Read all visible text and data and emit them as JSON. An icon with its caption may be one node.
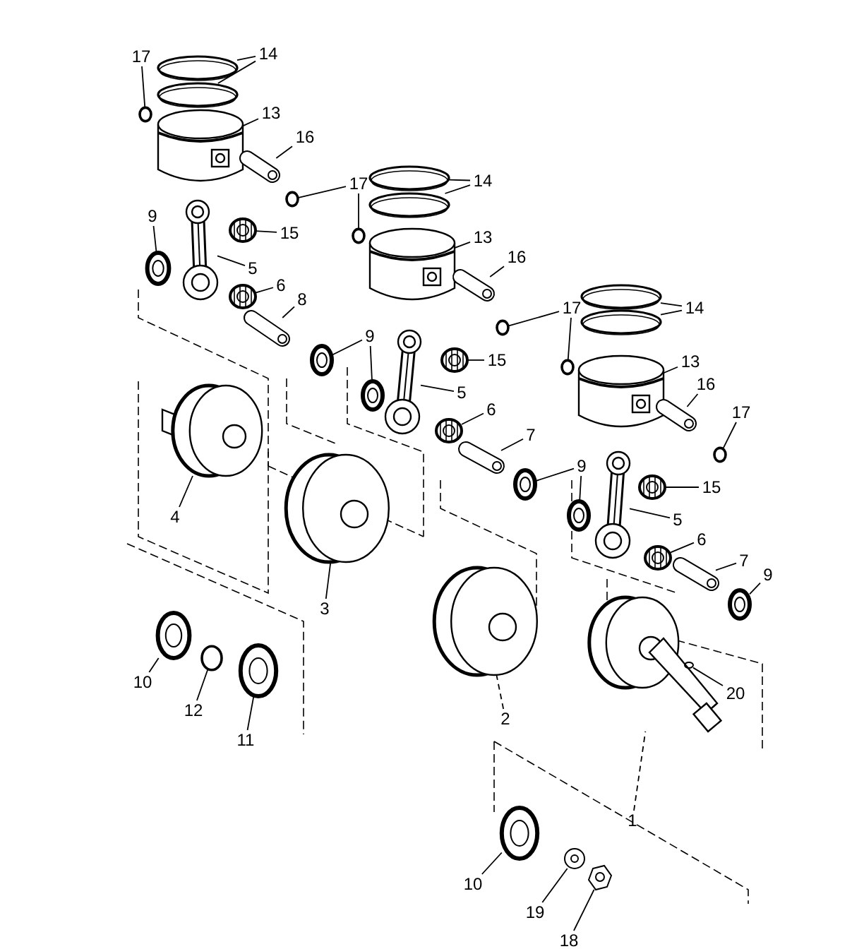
{
  "diagram": {
    "nodes": [
      {
        "text": [
          "17"
        ]
      },
      {
        "text": [
          "14"
        ]
      },
      {
        "text": [
          "13"
        ]
      },
      {
        "text": [
          "16"
        ]
      },
      {
        "text": [
          "15"
        ]
      },
      {
        "text": [
          "5"
        ]
      },
      {
        "text": [
          "9"
        ]
      },
      {
        "text": [
          "6"
        ]
      },
      {
        "text": [
          "8"
        ]
      },
      {
        "text": [
          "17"
        ]
      },
      {
        "text": [
          "14"
        ]
      },
      {
        "text": [
          "13"
        ]
      },
      {
        "text": [
          "16"
        ]
      },
      {
        "text": [
          "15"
        ]
      },
      {
        "text": [
          "5"
        ]
      },
      {
        "text": [
          "9"
        ]
      },
      {
        "text": [
          "6"
        ]
      },
      {
        "text": [
          "7"
        ]
      },
      {
        "text": [
          "17"
        ]
      },
      {
        "text": [
          "14"
        ]
      },
      {
        "text": [
          "13"
        ]
      },
      {
        "text": [
          "16"
        ]
      },
      {
        "text": [
          "17"
        ]
      },
      {
        "text": [
          "15"
        ]
      },
      {
        "text": [
          "9"
        ]
      },
      {
        "text": [
          "5"
        ]
      },
      {
        "text": [
          "6"
        ]
      },
      {
        "text": [
          "7"
        ]
      },
      {
        "text": [
          "9"
        ]
      },
      {
        "text": [
          "4"
        ]
      },
      {
        "text": [
          "3"
        ]
      },
      {
        "text": [
          "2"
        ]
      },
      {
        "text": [
          "10"
        ]
      },
      {
        "text": [
          "12"
        ]
      },
      {
        "text": [
          "11"
        ]
      },
      {
        "text": [
          "20"
        ]
      },
      {
        "text": [
          "1"
        ]
      },
      {
        "text": [
          "10"
        ]
      },
      {
        "text": [
          "19"
        ]
      },
      {
        "text": [
          "18"
        ]
      },
      {
        "text": [],
        "shape": "circle"
      },
      {
        "text": [],
        "shape": "picture"
      },
      {
        "text": [],
        "shape": "picture"
      },
      {
        "text": [],
        "shape": "picture"
      },
      {
        "text": [],
        "shape": "picture"
      },
      {
        "text": [],
        "shape": "picture"
      },
      {
        "text": [],
        "shape": "picture"
      },
      {
        "text": [],
        "shape": "picture"
      },
      {
        "text": [],
        "shape": "picture"
      },
      {
        "text": [],
        "shape": "picture"
      },
      {
        "text": [],
        "shape": "circle"
      },
      {
        "text": [],
        "shape": "circle"
      },
      {
        "text": [],
        "shape": "picture"
      },
      {
        "text": [],
        "shape": "picture"
      },
      {
        "text": [],
        "shape": "picture"
      },
      {
        "text": [],
        "shape": "picture"
      },
      {
        "text": [],
        "shape": "picture"
      },
      {
        "text": [],
        "shape": "picture"
      },
      {
        "text": [],
        "shape": "picture"
      },
      {
        "text": [],
        "shape": "picture"
      },
      {
        "text": [],
        "shape": "picture"
      },
      {
        "text": [],
        "shape": "picture"
      },
      {
        "text": [],
        "shape": "circle"
      },
      {
        "text": [],
        "shape": "circle"
      },
      {
        "text": [],
        "shape": "picture"
      },
      {
        "text": [],
        "shape": "picture"
      },
      {
        "text": [],
        "shape": "picture"
      },
      {
        "text": [],
        "shape": "picture"
      },
      {
        "text": [],
        "shape": "circle"
      },
      {
        "text": [],
        "shape": "picture"
      },
      {
        "text": [],
        "shape": "picture"
      },
      {
        "text": [],
        "shape": "picture"
      },
      {
        "text": [],
        "shape": "picture"
      },
      {
        "text": [],
        "shape": "picture"
      },
      {
        "text": [],
        "shape": "picture"
      },
      {
        "text": [],
        "shape": "picture"
      },
      {
        "text": [],
        "shape": "picture"
      },
      {
        "text": [],
        "shape": "picture"
      },
      {
        "text": [],
        "shape": "picture"
      },
      {
        "text": [],
        "shape": "picture"
      },
      {
        "text": [],
        "shape": "circle"
      },
      {
        "text": [],
        "shape": "picture"
      },
      {
        "text": [],
        "shape": "circle",
        "in": 83
      },
      {
        "text": [],
        "shape": "picture"
      },
      {
        "text": [],
        "shape": "picture"
      },
      {
        "text": [],
        "shape": "picture"
      },
      {
        "text": [],
        "shape": "picture"
      }
    ],
    "edges": [
      {
        "from": 0,
        "to": 40,
        "arrow": "none"
      },
      {
        "from": 1,
        "to": 41,
        "arrow": "none"
      },
      {
        "from": 1,
        "to": 42,
        "arrow": "none"
      },
      {
        "from": 2,
        "to": 43,
        "arrow": "none"
      },
      {
        "from": 3,
        "to": 44,
        "arrow": "none"
      },
      {
        "from": 4,
        "to": 45,
        "arrow": "none"
      },
      {
        "from": 5,
        "to": 46,
        "arrow": "none"
      },
      {
        "from": 6,
        "to": 47,
        "arrow": "none"
      },
      {
        "from": 7,
        "to": 48,
        "arrow": "none"
      },
      {
        "from": 8,
        "to": 49,
        "arrow": "none"
      },
      {
        "from": 9,
        "to": 50,
        "arrow": "none"
      },
      {
        "from": 9,
        "to": 51,
        "arrow": "none"
      },
      {
        "from": 10,
        "to": 52,
        "arrow": "none"
      },
      {
        "from": 10,
        "to": 53,
        "arrow": "none"
      },
      {
        "from": 11,
        "to": 54,
        "arrow": "none"
      },
      {
        "from": 12,
        "to": 55,
        "arrow": "none"
      },
      {
        "from": 13,
        "to": 56,
        "arrow": "none"
      },
      {
        "from": 14,
        "to": 57,
        "arrow": "none"
      },
      {
        "from": 15,
        "to": 58,
        "arrow": "none"
      },
      {
        "from": 15,
        "to": 59,
        "arrow": "none"
      },
      {
        "from": 16,
        "to": 60,
        "arrow": "none"
      },
      {
        "from": 17,
        "to": 61,
        "arrow": "none"
      },
      {
        "from": 18,
        "to": 62,
        "arrow": "none"
      },
      {
        "from": 18,
        "to": 63,
        "arrow": "none"
      },
      {
        "from": 19,
        "to": 64,
        "arrow": "none"
      },
      {
        "from": 19,
        "to": 65,
        "arrow": "none"
      },
      {
        "from": 20,
        "to": 66,
        "arrow": "none"
      },
      {
        "from": 21,
        "to": 67,
        "arrow": "none"
      },
      {
        "from": 22,
        "to": 68,
        "arrow": "none"
      },
      {
        "from": 23,
        "to": 69,
        "arrow": "none"
      },
      {
        "from": 24,
        "to": 70,
        "arrow": "none"
      },
      {
        "from": 24,
        "to": 71,
        "arrow": "none"
      },
      {
        "from": 25,
        "to": 72,
        "arrow": "none"
      },
      {
        "from": 26,
        "to": 73,
        "arrow": "none"
      },
      {
        "from": 27,
        "to": 74,
        "arrow": "none"
      },
      {
        "from": 28,
        "to": 75,
        "arrow": "none"
      },
      {
        "from": 29,
        "to": 76,
        "arrow": "none"
      },
      {
        "from": 30,
        "to": 77,
        "arrow": "none"
      },
      {
        "from": 31,
        "to": 78,
        "arrow": "none",
        "style": "dashed"
      },
      {
        "from": 32,
        "to": 79,
        "arrow": "none"
      },
      {
        "from": 33,
        "to": 80,
        "arrow": "none"
      },
      {
        "from": 34,
        "to": 81,
        "arrow": "none"
      },
      {
        "from": 35,
        "to": 82,
        "arrow": "none"
      },
      {
        "from": 36,
        "to": 83,
        "arrow": "none",
        "style": "dashed"
      },
      {
        "from": 37,
        "to": 84,
        "arrow": "none"
      },
      {
        "from": 38,
        "to": 85,
        "arrow": "none"
      },
      {
        "from": 39,
        "to": 86,
        "arrow": "none"
      }
    ]
  }
}
